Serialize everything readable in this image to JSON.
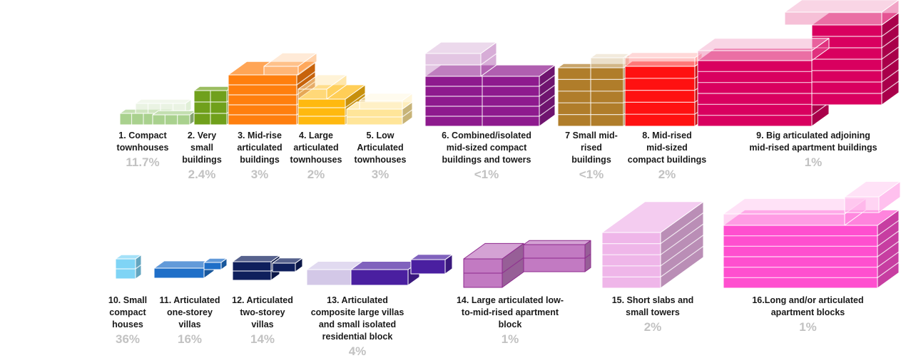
{
  "building_types": [
    {
      "id": 1,
      "label": "1. Compact\ntownhouses",
      "share": "11.7%",
      "color": "#a9d18e"
    },
    {
      "id": 2,
      "label": "2. Very\nsmall\nbuildings",
      "share": "2.4%",
      "color": "#70a01c"
    },
    {
      "id": 3,
      "label": "3. Mid-rise\narticulated\nbuildings",
      "share": "3%",
      "color": "#ff7f0e"
    },
    {
      "id": 4,
      "label": "4. Large\narticulated\ntownhouses",
      "share": "2%",
      "color": "#ffb90f"
    },
    {
      "id": 5,
      "label": "5. Low\nArticulated\ntownhouses",
      "share": "3%",
      "color": "#ffe599"
    },
    {
      "id": 6,
      "label": "6. Combined/isolated\nmid-sized compact\nbuildings and towers",
      "share": "<1%",
      "color": "#8e1a8e"
    },
    {
      "id": 7,
      "label": "7 Small mid-\nrised\nbuildings",
      "share": "<1%",
      "color": "#b07d2a"
    },
    {
      "id": 8,
      "label": "8. Mid-rised\nmid-sized\ncompact buildings",
      "share": "2%",
      "color": "#ff1111"
    },
    {
      "id": 9,
      "label": "9. Big articulated adjoining\nmid-rised apartment buildings",
      "share": "1%",
      "color": "#d9005f"
    },
    {
      "id": 10,
      "label": "10. Small\ncompact\nhouses",
      "share": "36%",
      "color": "#7fd4f5"
    },
    {
      "id": 11,
      "label": "11. Articulated\none-storey\nvillas",
      "share": "16%",
      "color": "#1f6fc8"
    },
    {
      "id": 12,
      "label": "12. Articulated\ntwo-storey\nvillas",
      "share": "14%",
      "color": "#0f1f5c"
    },
    {
      "id": 13,
      "label": "13. Articulated\ncomposite large villas\nand small isolated\nresidential block",
      "share": "4%",
      "color": "#4a1fa0"
    },
    {
      "id": 14,
      "label": "14. Large articulated low-\nto-mid-rised apartment\nblock",
      "share": "1%",
      "color": "#c27ac2"
    },
    {
      "id": 15,
      "label": "15. Short slabs and\nsmall towers",
      "share": "2%",
      "color": "#efb6e9"
    },
    {
      "id": 16,
      "label": "16.Long and/or articulated\napartment blocks",
      "share": "1%",
      "color": "#ff4fcf"
    }
  ]
}
